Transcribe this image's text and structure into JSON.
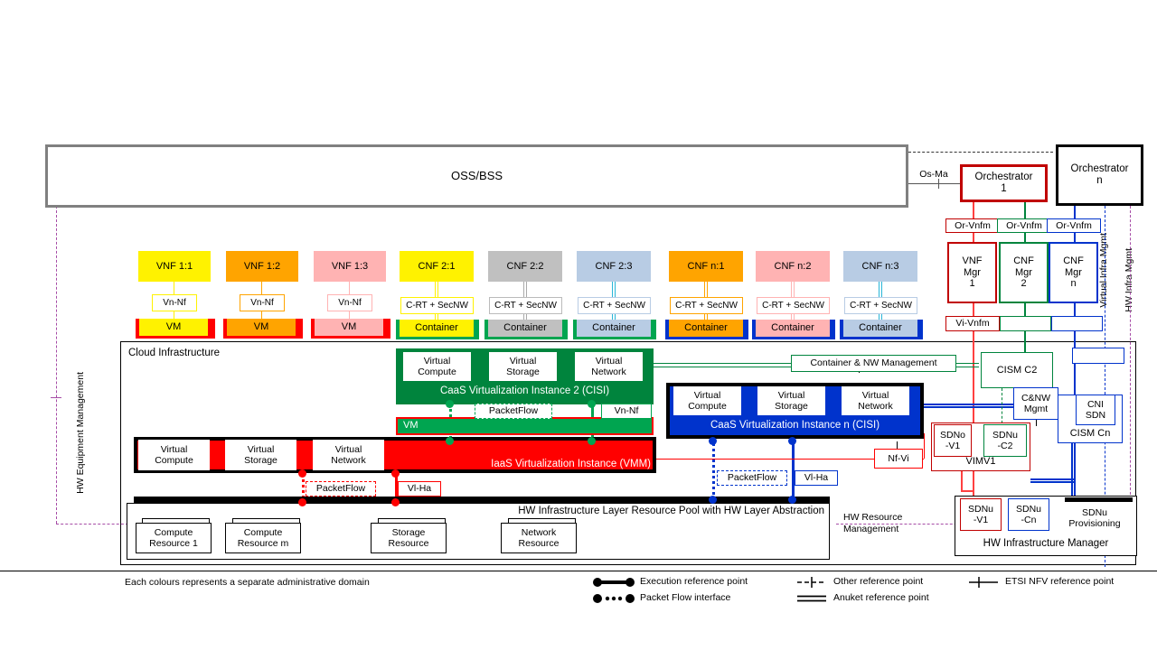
{
  "title_block": {
    "ossbss": "OSS/BSS"
  },
  "orchestrators": [
    {
      "name": "orchestrator-1",
      "label": "Orchestrator\n1",
      "line1": "Orchestrator",
      "line2": "1",
      "color": "#C00000"
    },
    {
      "name": "orchestrator-n",
      "label": "Orchestrator\nn",
      "line1": "Orchestrator",
      "line2": "n",
      "color": "#000000"
    }
  ],
  "reference_points": {
    "os_ma": "Os-Ma",
    "or_vnfm": "Or-Vnfm",
    "vi_vnfm": "Vi-Vnfm",
    "vn_nf": "Vn-Nf",
    "c_rt_secnw": "C-RT + SecNW",
    "packet_flow": "PacketFlow",
    "vi_ha": "Vl-Ha",
    "nf_vi": "Nf-Vi"
  },
  "managers": [
    {
      "name": "vnf-mgr-1",
      "l1": "VNF",
      "l2": "Mgr",
      "l3": "1",
      "color": "#C00000"
    },
    {
      "name": "cnf-mgr-2",
      "l1": "CNF",
      "l2": "Mgr",
      "l3": "2",
      "color": "#00843D"
    },
    {
      "name": "cnf-mgr-n",
      "l1": "CNF",
      "l2": "Mgr",
      "l3": "n",
      "color": "#0033CC"
    }
  ],
  "vnfs": [
    {
      "name": "vnf-1-1",
      "label": "VNF 1:1",
      "fill": "#FFF200",
      "edge": "#FFF200",
      "vm": "VM"
    },
    {
      "name": "vnf-1-2",
      "label": "VNF 1:2",
      "fill": "#FFA400",
      "edge": "#FFA400",
      "vm": "VM"
    },
    {
      "name": "vnf-1-3",
      "label": "VNF 1:3",
      "fill": "#FFB3B3",
      "edge": "#FFB3B3",
      "vm": "VM"
    }
  ],
  "cnfs": [
    {
      "name": "cnf-2-1",
      "label": "CNF 2:1",
      "fill": "#FFF200",
      "container": "Container",
      "base": "#00A550"
    },
    {
      "name": "cnf-2-2",
      "label": "CNF 2:2",
      "fill": "#C0C0C0",
      "container": "Container",
      "base": "#00A550"
    },
    {
      "name": "cnf-2-3",
      "label": "CNF 2:3",
      "fill": "#B8CCE4",
      "container": "Container",
      "base": "#00A550"
    },
    {
      "name": "cnf-n-1",
      "label": "CNF n:1",
      "fill": "#FFA400",
      "container": "Container",
      "base": "#0033CC"
    },
    {
      "name": "cnf-n-2",
      "label": "CNF n:2",
      "fill": "#FFB3B3",
      "container": "Container",
      "base": "#0033CC"
    },
    {
      "name": "cnf-n-3",
      "label": "CNF n:3",
      "fill": "#B8CCE4",
      "container": "Container",
      "base": "#0033CC"
    }
  ],
  "cloud_infrastructure": {
    "title": "Cloud Infrastructure"
  },
  "cisi2": {
    "title": "CaaS Virtualization Instance 2 (CISI)",
    "color": "#00843D",
    "resources": [
      "Virtual\nCompute",
      "Virtual\nStorage",
      "Virtual\nNetwork"
    ],
    "res": [
      {
        "l1": "Virtual",
        "l2": "Compute"
      },
      {
        "l1": "Virtual",
        "l2": "Storage"
      },
      {
        "l1": "Virtual",
        "l2": "Network"
      }
    ],
    "vm_label": "VM"
  },
  "cisin": {
    "title": "CaaS Virtualization Instance n (CISI)",
    "color": "#0033CC",
    "res": [
      {
        "l1": "Virtual",
        "l2": "Compute"
      },
      {
        "l1": "Virtual",
        "l2": "Storage"
      },
      {
        "l1": "Virtual",
        "l2": "Network"
      }
    ]
  },
  "vmm": {
    "title": "IaaS Virtualization Instance (VMM)",
    "color": "#FF0000",
    "res": [
      {
        "l1": "Virtual",
        "l2": "Compute"
      },
      {
        "l1": "Virtual",
        "l2": "Storage"
      },
      {
        "l1": "Virtual",
        "l2": "Network"
      }
    ]
  },
  "hw_pool": {
    "title": "HW Infrastructure Layer Resource Pool with HW Layer Abstraction",
    "resources": [
      {
        "name": "compute-resource-1",
        "l1": "Compute",
        "l2": "Resource 1"
      },
      {
        "name": "compute-resource-m",
        "l1": "Compute",
        "l2": "Resource m"
      },
      {
        "name": "storage-resource",
        "l1": "Storage",
        "l2": "Resource"
      },
      {
        "name": "network-resource",
        "l1": "Network",
        "l2": "Resource"
      }
    ]
  },
  "management": {
    "container_nw_management": "Container & NW Management",
    "cism_c2": "CISM C2",
    "cism_cn": "CISM Cn",
    "cni_sdn_l1": "CNI",
    "cni_sdn_l2": "SDN",
    "c_nw_mgmt_l1": "C&NW",
    "c_nw_mgmt_l2": "Mgmt",
    "vimv1": "VIMV1",
    "sdno_v1_l1": "SDNo",
    "sdno_v1_l2": "-V1",
    "sdnu_c2_l1": "SDNu",
    "sdnu_c2_l2": "-C2",
    "hw_infrastructure_manager": "HW Infrastructure Manager",
    "sdnu_v1_l1": "SDNu",
    "sdnu_v1_l2": "-V1",
    "sdnu_cn_l1": "SDNu",
    "sdnu_cn_l2": "-Cn",
    "sdnu_prov_l1": "SDNu",
    "sdnu_prov_l2": "Provisioning",
    "hw_resource_management_l1": "HW Resource",
    "hw_resource_management_l2": "Management"
  },
  "side_labels": {
    "hw_equipment_management": "HW Equipment Management",
    "virtual_infra_mgmt": "Virtual Infra Mgmt",
    "hw_infra_mgmt": "HW Infra Mgmt"
  },
  "footnote": "Each colours represents a separate administrative domain",
  "legend": {
    "items": [
      {
        "name": "execution-reference-point",
        "label": "Execution reference point",
        "style": "dot-line-dot"
      },
      {
        "name": "packet-flow-interface",
        "label": "Packet Flow interface",
        "style": "dot-dash-dot"
      },
      {
        "name": "other-reference-point",
        "label": "Other reference point",
        "style": "dashed-tick"
      },
      {
        "name": "anuket-reference-point",
        "label": "Anuket  reference point",
        "style": "double-line"
      },
      {
        "name": "etsi-nfv-reference-point",
        "label": "ETSI NFV reference point",
        "style": "line-tick"
      }
    ]
  },
  "colors": {
    "red": "#C00000",
    "bright_red": "#FF0000",
    "green": "#00843D",
    "blue": "#0033CC",
    "purple": "#A64CA6",
    "grey": "#808080",
    "caas_green": "#00A550"
  }
}
